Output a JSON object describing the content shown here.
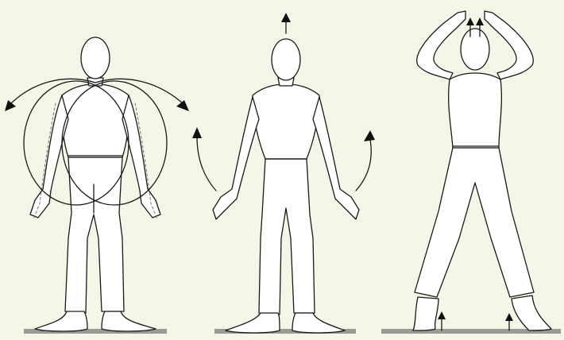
{
  "colors": {
    "background": "#f4f6e8",
    "ground": "#9a9a92",
    "outline": "#1a1a1a",
    "figure_fill": "#ffffff",
    "arrow": "#111111"
  },
  "panels": [
    {
      "id": "arms-circling-figure",
      "icon": "standing-figure-arm-circles"
    },
    {
      "id": "arms-raised-sideways-figure",
      "icon": "standing-figure-arms-lift-sideways"
    },
    {
      "id": "hands-over-head-tiptoe-figure",
      "icon": "standing-figure-hands-over-head-heels-raised"
    }
  ]
}
